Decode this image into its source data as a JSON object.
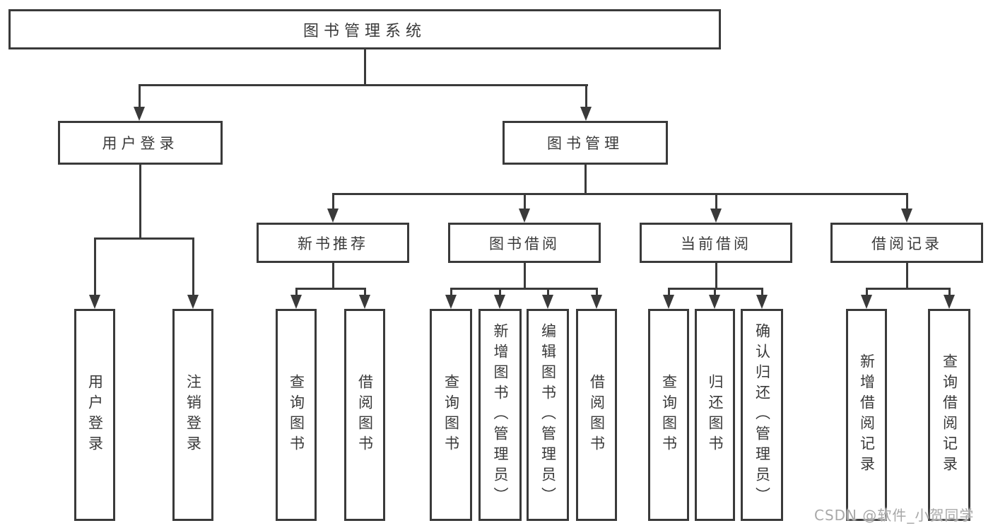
{
  "diagram": {
    "root": "图书管理系统",
    "branches": [
      {
        "label": "用户登录",
        "children": [
          "用户登录",
          "注销登录"
        ]
      },
      {
        "label": "图书管理",
        "sections": [
          {
            "label": "新书推荐",
            "children": [
              "查询图书",
              "借阅图书"
            ]
          },
          {
            "label": "图书借阅",
            "children": [
              "查询图书",
              "新增图书（管理员）",
              "编辑图书（管理员）",
              "借阅图书"
            ]
          },
          {
            "label": "当前借阅",
            "children": [
              "查询图书",
              "归还图书",
              "确认归还（管理员）"
            ]
          },
          {
            "label": "借阅记录",
            "children": [
              "新增借阅记录",
              "查询借阅记录"
            ]
          }
        ]
      }
    ]
  },
  "watermark": {
    "text": "CSDN @软件_小贺同学"
  },
  "colors": {
    "line": "#3a3a3a",
    "text": "#3a3a3a",
    "watermark": "#a8a8a8",
    "background": "#ffffff"
  }
}
